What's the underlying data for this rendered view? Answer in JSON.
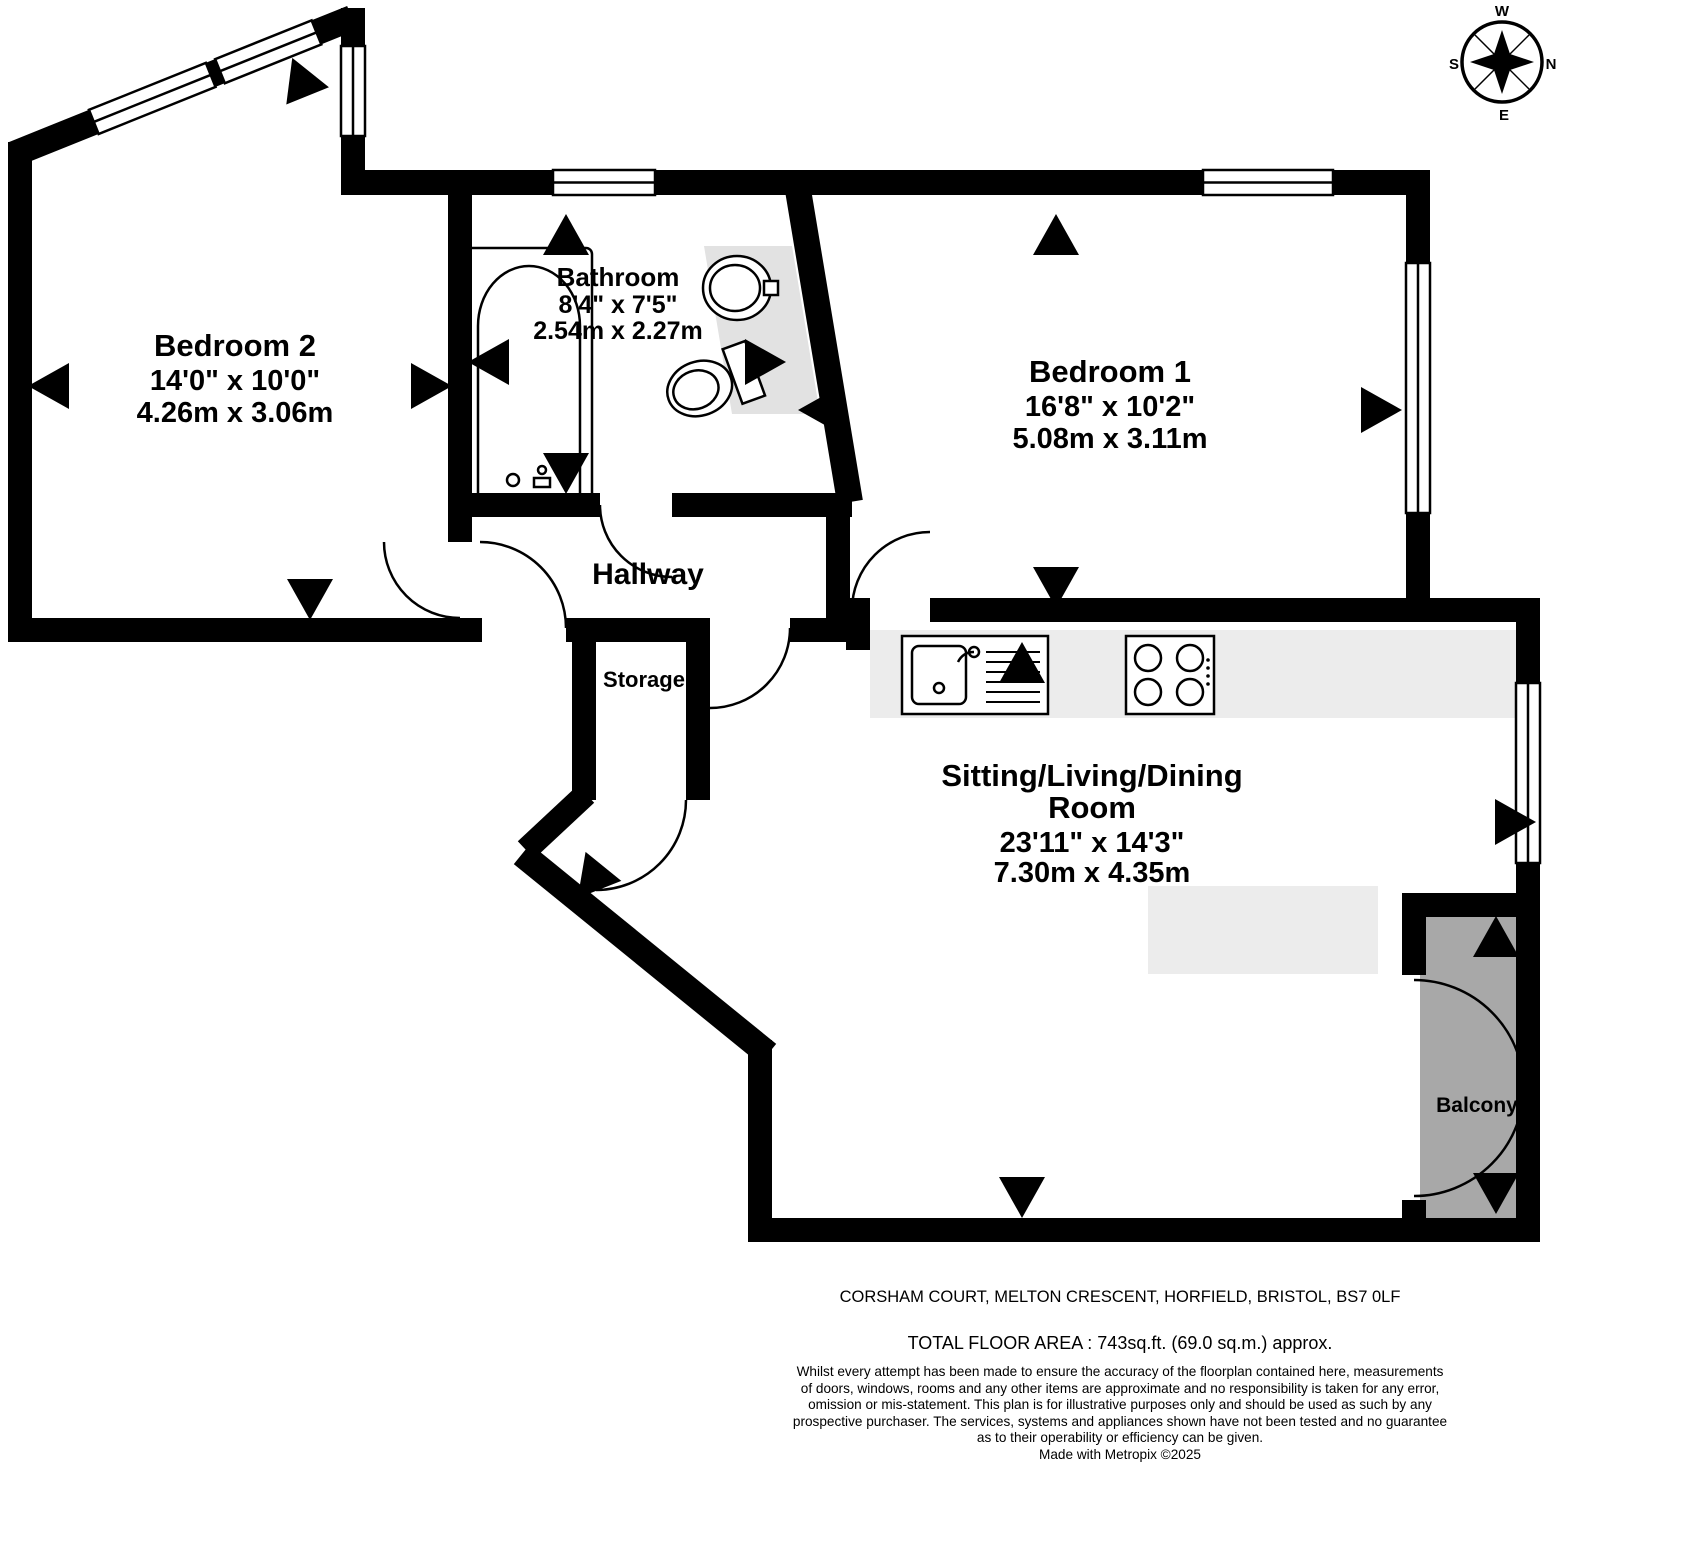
{
  "compass": {
    "n": "N",
    "e": "E",
    "s": "S",
    "w": "W"
  },
  "rooms": {
    "bedroom2": {
      "name": "Bedroom 2",
      "imperial": "14'0\" x 10'0\"",
      "metric": "4.26m x 3.06m"
    },
    "bathroom": {
      "name": "Bathroom",
      "imperial": "8'4\" x 7'5\"",
      "metric": "2.54m x 2.27m"
    },
    "bedroom1": {
      "name": "Bedroom 1",
      "imperial": "16'8\" x 10'2\"",
      "metric": "5.08m x 3.11m"
    },
    "hallway": {
      "name": "Hallway"
    },
    "storage": {
      "name": "Storage"
    },
    "living": {
      "name_line1": "Sitting/Living/Dining",
      "name_line2": "Room",
      "imperial": "23'11\" x 14'3\"",
      "metric": "7.30m x 4.35m"
    },
    "balcony": {
      "name": "Balcony"
    }
  },
  "footer": {
    "address": "CORSHAM COURT, MELTON CRESCENT, HORFIELD, BRISTOL, BS7 0LF",
    "total_area": "TOTAL FLOOR AREA : 743sq.ft. (69.0 sq.m.) approx.",
    "disclaimer_lines": [
      "Whilst every attempt has been made to ensure the accuracy of the floorplan contained here, measurements",
      "of doors, windows, rooms and any other items are approximate and no responsibility is taken for any error,",
      "omission or mis-statement. This plan is for illustrative purposes only and should be used as such by any",
      "prospective purchaser. The services, systems and appliances shown have not been tested and no guarantee",
      "as to their operability or efficiency can be given."
    ],
    "credit": "Made with Metropix ©2025"
  },
  "colors": {
    "wall": "#000000",
    "balcony_fill": "#a8a8a8",
    "surface_fill": "#ececec",
    "sink_backdrop_fill": "#e2e2e2"
  }
}
